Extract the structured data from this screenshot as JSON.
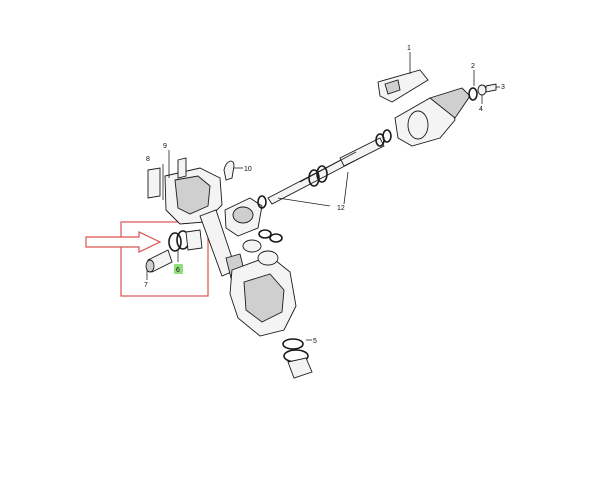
{
  "diagram": {
    "callouts": [
      {
        "id": "c1",
        "label": "1"
      },
      {
        "id": "c2",
        "label": "2"
      },
      {
        "id": "c3",
        "label": "3"
      },
      {
        "id": "c4",
        "label": "4"
      },
      {
        "id": "c5",
        "label": "5"
      },
      {
        "id": "c6",
        "label": "6",
        "highlighted": true
      },
      {
        "id": "c7",
        "label": "7"
      },
      {
        "id": "c8",
        "label": "8"
      },
      {
        "id": "c9",
        "label": "9"
      },
      {
        "id": "c10",
        "label": "10"
      },
      {
        "id": "c12",
        "label": "12"
      }
    ],
    "highlight_color": "#8fe07d",
    "frame_color": "#d9534f",
    "arrow_color": "#d9534f"
  }
}
